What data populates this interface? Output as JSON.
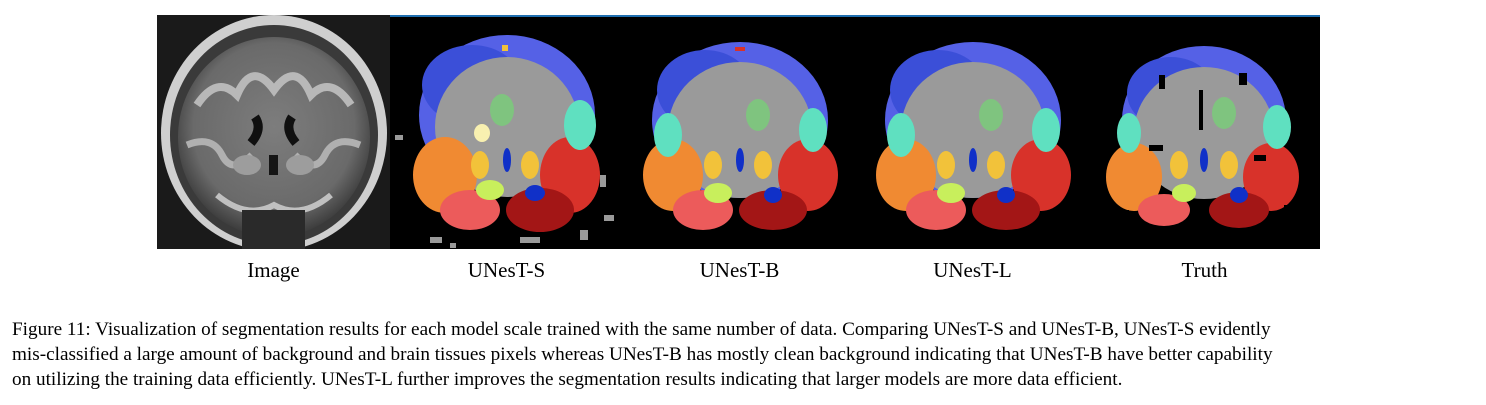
{
  "figure": {
    "panels": [
      {
        "id": "image",
        "label": "Image",
        "kind": "mri"
      },
      {
        "id": "unest-s",
        "label": "UNesT-S",
        "kind": "segmentation",
        "noise": "high"
      },
      {
        "id": "unest-b",
        "label": "UNesT-B",
        "kind": "segmentation",
        "noise": "low"
      },
      {
        "id": "unest-l",
        "label": "UNesT-L",
        "kind": "segmentation",
        "noise": "low"
      },
      {
        "id": "truth",
        "label": "Truth",
        "kind": "segmentation",
        "noise": "fragmented"
      }
    ],
    "caption_line_1": "Figure 11: Visualization of segmentation results for each model scale trained with the same number of data. Comparing UNesT-S and UNesT-B, UNesT-S evidently",
    "caption_line_2": "mis-classified a large amount of background and brain tissues pixels whereas UNesT-B has mostly clean background indicating that UNesT-B have better capability",
    "caption_line_3": "on utilizing the training data efficiently. UNesT-L further improves the segmentation results indicating that larger models are more data efficient."
  },
  "colors": {
    "background": "#000000",
    "gray_matter": "#9a9a9a",
    "cortex_left": "#3b4fd8",
    "cortex_right": "#5561e6",
    "teal": "#5fe0c0",
    "green": "#7fc47f",
    "orange": "#f08a32",
    "red": "#d8322a",
    "darkred": "#a31616",
    "yellow": "#f2c23a",
    "lime": "#c8ef5c",
    "blue": "#1030c8",
    "pink": "#ec5b5b"
  }
}
